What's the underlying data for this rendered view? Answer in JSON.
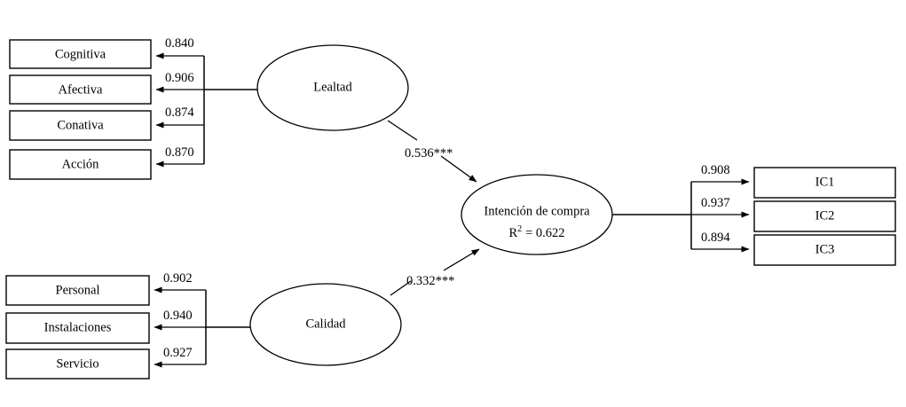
{
  "diagram": {
    "type": "structural-equation-model",
    "background_color": "#ffffff",
    "stroke_color": "#000000"
  },
  "constructs": {
    "lealtad": {
      "label": "Lealtad"
    },
    "calidad": {
      "label": "Calidad"
    },
    "intencion": {
      "label": "Intención de compra",
      "r2_prefix": "R",
      "r2_exponent": "2",
      "r2_value": "= 0.622",
      "r2_full": "R2 = 0.622"
    }
  },
  "indicators": {
    "lealtad": [
      {
        "label": "Cognitiva",
        "loading": "0.840"
      },
      {
        "label": "Afectiva",
        "loading": "0.906"
      },
      {
        "label": "Conativa",
        "loading": "0.874"
      },
      {
        "label": "Acción",
        "loading": "0.870"
      }
    ],
    "calidad": [
      {
        "label": "Personal",
        "loading": "0.902"
      },
      {
        "label": "Instalaciones",
        "loading": "0.940"
      },
      {
        "label": "Servicio",
        "loading": "0.927"
      }
    ],
    "intencion": [
      {
        "label": "IC1",
        "loading": "0.908"
      },
      {
        "label": "IC2",
        "loading": "0.937"
      },
      {
        "label": "IC3",
        "loading": "0.894"
      }
    ]
  },
  "structural_paths": [
    {
      "from": "Lealtad",
      "to": "Intención de compra",
      "coefficient": "0.536***"
    },
    {
      "from": "Calidad",
      "to": "Intención de compra",
      "coefficient": "0.332***"
    }
  ]
}
